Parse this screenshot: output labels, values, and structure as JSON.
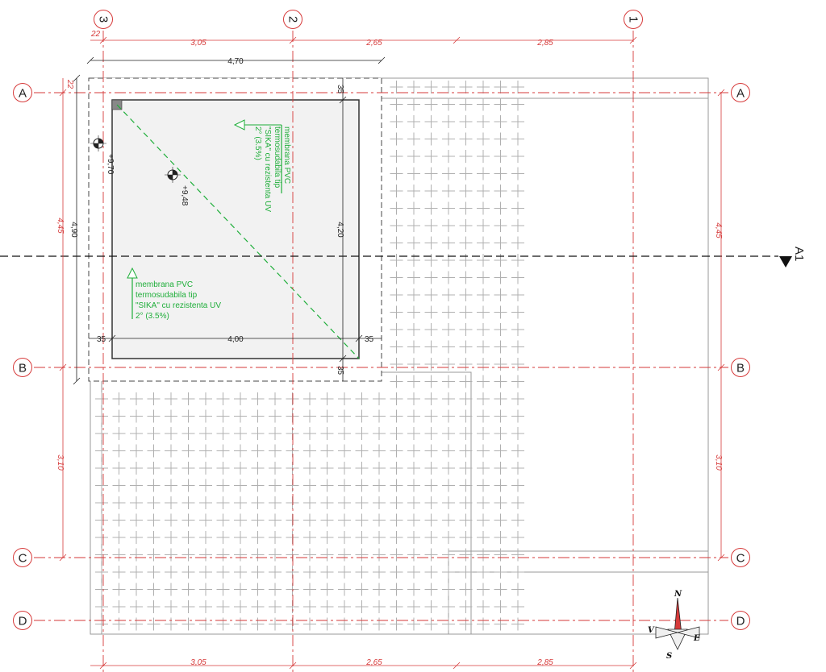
{
  "grid_axes": {
    "vertical": [
      "3",
      "2",
      "1"
    ],
    "horizontal": [
      "A",
      "B",
      "C",
      "D"
    ]
  },
  "dimensions": {
    "top_spans": [
      "3,05",
      "2,65",
      "2,85"
    ],
    "bottom_spans": [
      "3,05",
      "2,65",
      "2,85"
    ],
    "overall_width": "4,70",
    "offset_top_left": "22",
    "offset_left_top": "22",
    "left_spans": [
      "4,45",
      "3,10"
    ],
    "right_spans": [
      "4,45",
      "3,10"
    ],
    "total_height": "4,90",
    "inner_height": "4,20",
    "inner_width": "4,00",
    "edge_top": "35",
    "edge_bottom": "35",
    "edge_left": "35",
    "edge_right": "35"
  },
  "levels": {
    "corner": "+9,70",
    "center": "+9,48"
  },
  "notes": {
    "note_1": [
      "membrana PVC",
      "termosudabila tip",
      "\"SIKA\" cu rezistenta UV",
      "2° (3.5%)"
    ],
    "note_2": [
      "membrana PVC",
      "termosudabila tip",
      "\"SIKA\" cu rezistenta UV",
      "2° (3.5%)"
    ]
  },
  "section": {
    "label": "A1"
  },
  "compass": {
    "north": "N",
    "south": "S",
    "east": "E",
    "west": "V"
  },
  "colors": {
    "axis_red": "#d63a3a",
    "annotation_green": "#1fae3a",
    "line_gray": "#999999"
  }
}
